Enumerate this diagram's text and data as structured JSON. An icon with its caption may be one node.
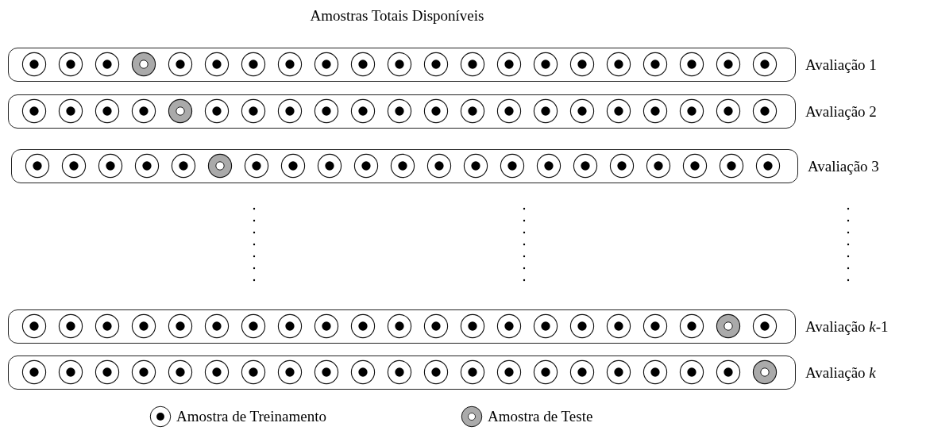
{
  "diagram": {
    "title": "Amostras Totais Disponíveis",
    "nodes": [
      {
        "text": [
          "Avaliação 1"
        ]
      },
      {
        "text": [],
        "shape": "circle",
        "in": 0
      },
      {
        "text": [],
        "shape": "circle",
        "in": 0
      },
      {
        "text": [],
        "shape": "circle",
        "in": 0
      },
      {
        "text": [],
        "shape": "ring",
        "in": 0
      },
      {
        "text": [],
        "shape": "circle",
        "in": 0
      },
      {
        "text": [],
        "shape": "circle",
        "in": 0
      },
      {
        "text": [],
        "shape": "circle",
        "in": 0
      },
      {
        "text": [],
        "shape": "circle",
        "in": 0
      },
      {
        "text": [],
        "shape": "circle",
        "in": 0
      },
      {
        "text": [],
        "shape": "circle",
        "in": 0
      },
      {
        "text": [],
        "shape": "circle",
        "in": 0
      },
      {
        "text": [],
        "shape": "circle",
        "in": 0
      },
      {
        "text": [],
        "shape": "circle",
        "in": 0
      },
      {
        "text": [],
        "shape": "circle",
        "in": 0
      },
      {
        "text": [],
        "shape": "circle",
        "in": 0
      },
      {
        "text": [],
        "shape": "circle",
        "in": 0
      },
      {
        "text": [],
        "shape": "circle",
        "in": 0
      },
      {
        "text": [],
        "shape": "circle",
        "in": 0
      },
      {
        "text": [],
        "shape": "circle",
        "in": 0
      },
      {
        "text": [],
        "shape": "circle",
        "in": 0
      },
      {
        "text": [],
        "shape": "circle",
        "in": 0
      },
      {
        "text": [
          "Avaliação 2"
        ]
      },
      {
        "text": [],
        "shape": "circle",
        "in": 22
      },
      {
        "text": [],
        "shape": "circle",
        "in": 22
      },
      {
        "text": [],
        "shape": "circle",
        "in": 22
      },
      {
        "text": [],
        "shape": "circle",
        "in": 22
      },
      {
        "text": [],
        "shape": "ring",
        "in": 22
      },
      {
        "text": [],
        "shape": "circle",
        "in": 22
      },
      {
        "text": [],
        "shape": "circle",
        "in": 22
      },
      {
        "text": [],
        "shape": "circle",
        "in": 22
      },
      {
        "text": [],
        "shape": "circle",
        "in": 22
      },
      {
        "text": [],
        "shape": "circle",
        "in": 22
      },
      {
        "text": [],
        "shape": "circle",
        "in": 22
      },
      {
        "text": [],
        "shape": "circle",
        "in": 22
      },
      {
        "text": [],
        "shape": "circle",
        "in": 22
      },
      {
        "text": [],
        "shape": "circle",
        "in": 22
      },
      {
        "text": [],
        "shape": "circle",
        "in": 22
      },
      {
        "text": [],
        "shape": "circle",
        "in": 22
      },
      {
        "text": [],
        "shape": "circle",
        "in": 22
      },
      {
        "text": [],
        "shape": "circle",
        "in": 22
      },
      {
        "text": [],
        "shape": "circle",
        "in": 22
      },
      {
        "text": [],
        "shape": "circle",
        "in": 22
      },
      {
        "text": [],
        "shape": "circle",
        "in": 22
      },
      {
        "text": [
          "Avaliação 3"
        ]
      },
      {
        "text": [],
        "shape": "circle",
        "in": 44
      },
      {
        "text": [],
        "shape": "circle",
        "in": 44
      },
      {
        "text": [],
        "shape": "circle",
        "in": 44
      },
      {
        "text": [],
        "shape": "circle",
        "in": 44
      },
      {
        "text": [],
        "shape": "circle",
        "in": 44
      },
      {
        "text": [],
        "shape": "ring",
        "in": 44
      },
      {
        "text": [],
        "shape": "circle",
        "in": 44
      },
      {
        "text": [],
        "shape": "circle",
        "in": 44
      },
      {
        "text": [],
        "shape": "circle",
        "in": 44
      },
      {
        "text": [],
        "shape": "circle",
        "in": 44
      },
      {
        "text": [],
        "shape": "circle",
        "in": 44
      },
      {
        "text": [],
        "shape": "circle",
        "in": 44
      },
      {
        "text": [],
        "shape": "circle",
        "in": 44
      },
      {
        "text": [],
        "shape": "circle",
        "in": 44
      },
      {
        "text": [],
        "shape": "circle",
        "in": 44
      },
      {
        "text": [],
        "shape": "circle",
        "in": 44
      },
      {
        "text": [],
        "shape": "circle",
        "in": 44
      },
      {
        "text": [],
        "shape": "circle",
        "in": 44
      },
      {
        "text": [],
        "shape": "circle",
        "in": 44
      },
      {
        "text": [],
        "shape": "circle",
        "in": 44
      },
      {
        "text": [],
        "shape": "circle",
        "in": 44
      },
      {
        "text": [
          "Avaliação *k*-1"
        ]
      },
      {
        "text": [],
        "shape": "circle",
        "in": 66
      },
      {
        "text": [],
        "shape": "circle",
        "in": 66
      },
      {
        "text": [],
        "shape": "circle",
        "in": 66
      },
      {
        "text": [],
        "shape": "circle",
        "in": 66
      },
      {
        "text": [],
        "shape": "circle",
        "in": 66
      },
      {
        "text": [],
        "shape": "circle",
        "in": 66
      },
      {
        "text": [],
        "shape": "circle",
        "in": 66
      },
      {
        "text": [],
        "shape": "circle",
        "in": 66
      },
      {
        "text": [],
        "shape": "circle",
        "in": 66
      },
      {
        "text": [],
        "shape": "circle",
        "in": 66
      },
      {
        "text": [],
        "shape": "circle",
        "in": 66
      },
      {
        "text": [],
        "shape": "circle",
        "in": 66
      },
      {
        "text": [],
        "shape": "circle",
        "in": 66
      },
      {
        "text": [],
        "shape": "circle",
        "in": 66
      },
      {
        "text": [],
        "shape": "circle",
        "in": 66
      },
      {
        "text": [],
        "shape": "circle",
        "in": 66
      },
      {
        "text": [],
        "shape": "circle",
        "in": 66
      },
      {
        "text": [],
        "shape": "circle",
        "in": 66
      },
      {
        "text": [],
        "shape": "circle",
        "in": 66
      },
      {
        "text": [],
        "shape": "ring",
        "in": 66
      },
      {
        "text": [],
        "shape": "circle",
        "in": 66
      },
      {
        "text": [
          "Avaliação *k*"
        ]
      },
      {
        "text": [],
        "shape": "circle",
        "in": 88
      },
      {
        "text": [],
        "shape": "circle",
        "in": 88
      },
      {
        "text": [],
        "shape": "circle",
        "in": 88
      },
      {
        "text": [],
        "shape": "circle",
        "in": 88
      },
      {
        "text": [],
        "shape": "circle",
        "in": 88
      },
      {
        "text": [],
        "shape": "circle",
        "in": 88
      },
      {
        "text": [],
        "shape": "circle",
        "in": 88
      },
      {
        "text": [],
        "shape": "circle",
        "in": 88
      },
      {
        "text": [],
        "shape": "circle",
        "in": 88
      },
      {
        "text": [],
        "shape": "circle",
        "in": 88
      },
      {
        "text": [],
        "shape": "circle",
        "in": 88
      },
      {
        "text": [],
        "shape": "circle",
        "in": 88
      },
      {
        "text": [],
        "shape": "circle",
        "in": 88
      },
      {
        "text": [],
        "shape": "circle",
        "in": 88
      },
      {
        "text": [],
        "shape": "circle",
        "in": 88
      },
      {
        "text": [],
        "shape": "circle",
        "in": 88
      },
      {
        "text": [],
        "shape": "circle",
        "in": 88
      },
      {
        "text": [],
        "shape": "circle",
        "in": 88
      },
      {
        "text": [],
        "shape": "circle",
        "in": 88
      },
      {
        "text": [],
        "shape": "circle",
        "in": 88
      },
      {
        "text": [],
        "shape": "ring",
        "in": 88
      }
    ],
    "legend": [
      {
        "text": "Amostra de Treinamento"
      },
      {
        "text": "Amostra de Teste"
      }
    ]
  }
}
